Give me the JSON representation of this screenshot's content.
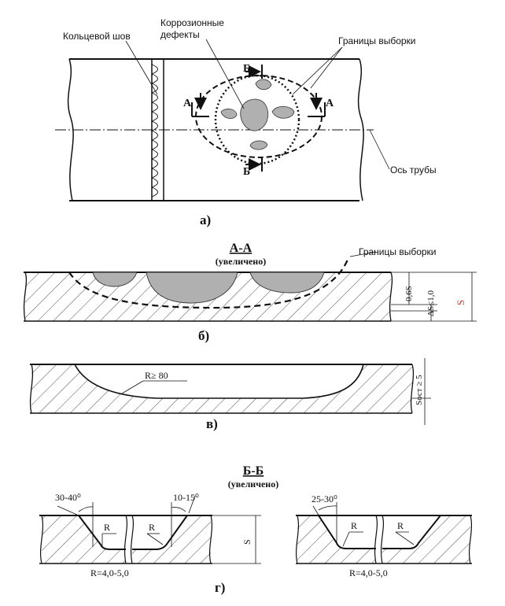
{
  "fig_a": {
    "label_weld": "Кольцевой шов",
    "label_defects_1": "Коррозионные",
    "label_defects_2": "дефекты",
    "label_bounds": "Границы выборки",
    "label_axis": "Ось трубы",
    "sec_A_left": "А",
    "sec_A_right": "А",
    "sec_B_top": "Б",
    "sec_B_bottom": "Б",
    "caption": "а)"
  },
  "fig_b": {
    "title": "А-А",
    "subtitle": "(увеличено)",
    "label_bounds": "Границы выборки",
    "dim_06s": "0,6S",
    "dim_ds": "ΔS≤1,0",
    "dim_s": "S",
    "caption": "б)"
  },
  "fig_v": {
    "label_r": "R≥ 80",
    "dim_sost": "Sост ≥ 5",
    "caption": "в)"
  },
  "fig_g": {
    "title": "Б-Б",
    "subtitle": "(увеличено)",
    "angle_1": "30-40⁰",
    "angle_2": "10-15⁰",
    "angle_3": "25-30⁰",
    "r_label": "R",
    "dim_s": "S",
    "radius_1": "R=4,0-5,0",
    "radius_2": "R=4,0-5,0",
    "caption": "г)"
  },
  "colors": {
    "line": "#111111",
    "defect": "#b0b0b0",
    "accent": "#c0392b"
  }
}
